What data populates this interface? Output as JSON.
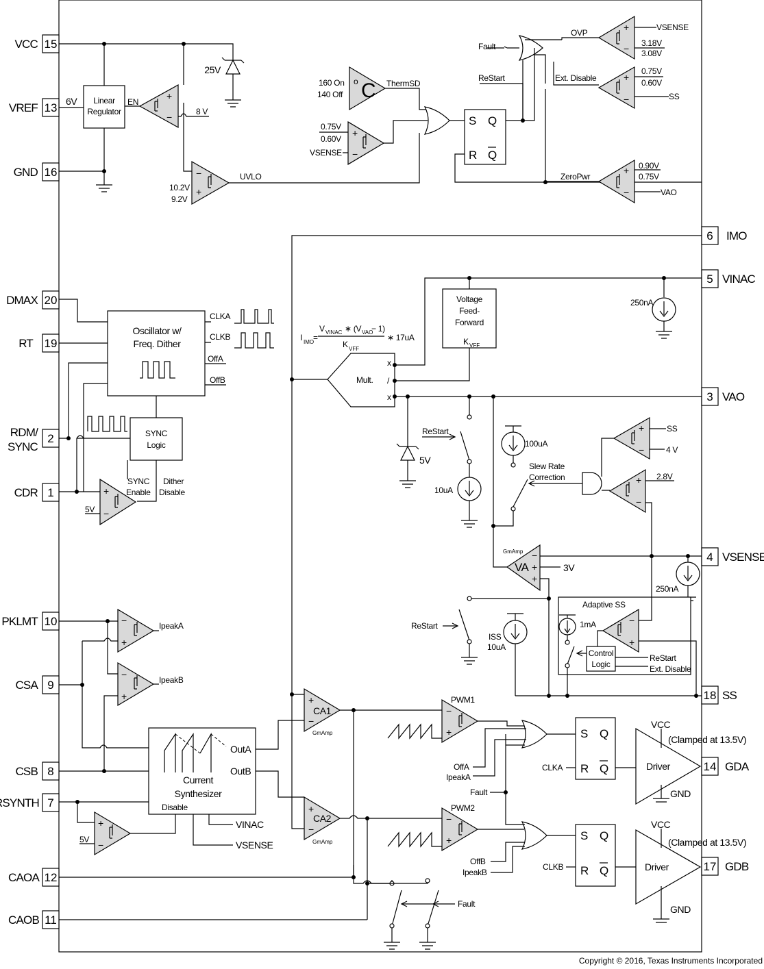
{
  "copyright": "Copyright © 2016, Texas Instruments Incorporated",
  "pins": [
    {
      "num": "15",
      "name": "VCC",
      "side": "left"
    },
    {
      "num": "13",
      "name": "VREF",
      "side": "left"
    },
    {
      "num": "16",
      "name": "GND",
      "side": "left"
    },
    {
      "num": "20",
      "name": "DMAX",
      "side": "left"
    },
    {
      "num": "19",
      "name": "RT",
      "side": "left"
    },
    {
      "num": "2",
      "name": "RDM/",
      "name2": "SYNC",
      "side": "left"
    },
    {
      "num": "1",
      "name": "CDR",
      "side": "left"
    },
    {
      "num": "10",
      "name": "PKLMT",
      "side": "left"
    },
    {
      "num": "9",
      "name": "CSA",
      "side": "left"
    },
    {
      "num": "8",
      "name": "CSB",
      "side": "left"
    },
    {
      "num": "7",
      "name": "RSYNTH",
      "side": "left"
    },
    {
      "num": "12",
      "name": "CAOA",
      "side": "left"
    },
    {
      "num": "11",
      "name": "CAOB",
      "side": "left"
    },
    {
      "num": "6",
      "name": "IMO",
      "side": "right"
    },
    {
      "num": "5",
      "name": "VINAC",
      "side": "right"
    },
    {
      "num": "3",
      "name": "VAO",
      "side": "right"
    },
    {
      "num": "4",
      "name": "VSENSE",
      "side": "right"
    },
    {
      "num": "18",
      "name": "SS",
      "side": "right"
    },
    {
      "num": "14",
      "name": "GDA",
      "side": "right"
    },
    {
      "num": "17",
      "name": "GDB",
      "side": "right"
    }
  ],
  "blocks": {
    "linear_regulator": [
      "Linear",
      "Regulator"
    ],
    "oscillator": [
      "Oscillator w/",
      "Freq. Dither"
    ],
    "sync_logic": [
      "SYNC",
      "Logic"
    ],
    "vff": [
      "Voltage",
      "Feed-",
      "Forward"
    ],
    "current_synth": [
      "Current",
      "Synthesizer"
    ],
    "driver": "Driver",
    "control_logic": [
      "Control",
      "Logic"
    ],
    "adaptive_ss": "Adaptive  SS",
    "mult": "Mult."
  },
  "labels": {
    "v6": "6V",
    "en": "EN",
    "v8": "8 V",
    "z25": "25V",
    "uvlo": "UVLO",
    "uv_hi": "10.2V",
    "uv_lo": "9.2V",
    "therm_on": "160 On",
    "therm_off": "140  Off",
    "therm_c": "C",
    "therm_o": "o",
    "thermsd": "ThermSD",
    "v075": "0.75V",
    "v060": "0.60V",
    "vsense": "VSENSE",
    "fault": "Fault",
    "restart": "ReStart",
    "s": "S",
    "q": "Q",
    "r": "R",
    "qbar": "Q",
    "ovp": "OVP",
    "v318": "3.18V",
    "v308": "3.08V",
    "extdis": "Ext. Disable",
    "ss": "SS",
    "zeropwr": "ZeroPwr",
    "v090": "0.90V",
    "vao": "VAO",
    "clka": "CLKA",
    "clkb": "CLKB",
    "offa": "OffA",
    "offb": "OffB",
    "sync_en": [
      "SYNC",
      "Enable"
    ],
    "dither_dis": [
      "Dither",
      "Disable"
    ],
    "v5": "5V",
    "x": "x",
    "slash": "/",
    "kff": "K",
    "kff_sub": "VFF",
    "i250": "250nA",
    "z5": "5V",
    "i100": "100uA",
    "i10": "10uA",
    "slew": [
      "Slew Rate",
      "Correction"
    ],
    "v4": "4 V",
    "v28": "2.8V",
    "gmamp": "GmAmp",
    "va": "VA",
    "v3": "3V",
    "issl": "ISS",
    "iss": "10uA",
    "i1ma": "1mA",
    "extdisable": "Ext. Disable",
    "ipeaka": "IpeakA",
    "ipeakb": "IpeakB",
    "ca1": "CA1",
    "ca2": "CA2",
    "outa": "OutA",
    "outb": "OutB",
    "disable": "Disable",
    "vinac": "VINAC",
    "pwm1": "PWM1",
    "pwm2": "PWM2",
    "vcc": "VCC",
    "clamped": "(Clamped at 13.5V)",
    "gnd": "GND"
  },
  "formula": {
    "lhs": "I",
    "lhs_sub": "IMO",
    "eq": "=",
    "num_a": "V",
    "num_a_sub": "VINAC",
    "num_mul": "∗ (V",
    "num_b_sub": "VAO",
    "num_end": "− 1)",
    "den": "K",
    "den_sub": "VFF",
    "tail": "∗  17uA"
  }
}
